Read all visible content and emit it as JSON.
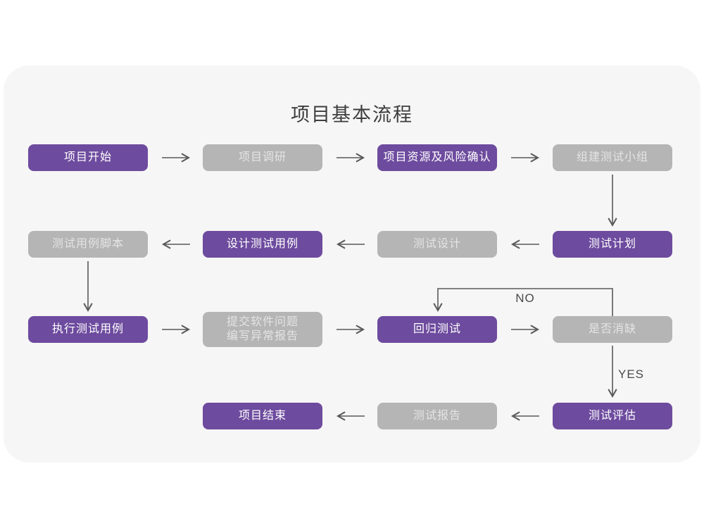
{
  "title": "项目基本流程",
  "colors": {
    "panel_background": "#f6f6f6",
    "page_background": "#ffffff",
    "node_purple": "#6d4b9e",
    "node_gray": "#b5b5b5",
    "node_text_on_purple": "#ffffff",
    "node_text_on_gray": "#e4e4e4",
    "arrow": "#595959",
    "title_text": "#3d3d3d"
  },
  "flowchart": {
    "nodes": [
      {
        "id": "project-start",
        "label": "项目开始",
        "type": "purple",
        "row": 1,
        "col": 1
      },
      {
        "id": "project-research",
        "label": "项目调研",
        "type": "gray",
        "row": 1,
        "col": 2
      },
      {
        "id": "project-resources-risk",
        "label": "项目资源及风险确认",
        "type": "purple",
        "row": 1,
        "col": 3
      },
      {
        "id": "build-test-team",
        "label": "组建测试小组",
        "type": "gray",
        "row": 1,
        "col": 4
      },
      {
        "id": "test-plan",
        "label": "测试计划",
        "type": "purple",
        "row": 2,
        "col": 4
      },
      {
        "id": "test-design",
        "label": "测试设计",
        "type": "gray",
        "row": 2,
        "col": 3
      },
      {
        "id": "design-test-cases",
        "label": "设计测试用例",
        "type": "purple",
        "row": 2,
        "col": 2
      },
      {
        "id": "test-case-scripts",
        "label": "测试用例脚本",
        "type": "gray",
        "row": 2,
        "col": 1
      },
      {
        "id": "execute-test-cases",
        "label": "执行测试用例",
        "type": "purple",
        "row": 3,
        "col": 1
      },
      {
        "id": "submit-issues-report",
        "label": "提交软件问题\n编写异常报告",
        "type": "gray",
        "row": 3,
        "col": 2
      },
      {
        "id": "regression-test",
        "label": "回归测试",
        "type": "purple",
        "row": 3,
        "col": 3
      },
      {
        "id": "defect-cleared",
        "label": "是否消缺",
        "type": "gray",
        "row": 3,
        "col": 4
      },
      {
        "id": "test-evaluation",
        "label": "测试评估",
        "type": "purple",
        "row": 4,
        "col": 4
      },
      {
        "id": "test-report",
        "label": "测试报告",
        "type": "gray",
        "row": 4,
        "col": 3
      },
      {
        "id": "project-end",
        "label": "项目结束",
        "type": "purple",
        "row": 4,
        "col": 2
      }
    ],
    "edge_labels": {
      "no": "NO",
      "yes": "YES"
    }
  }
}
